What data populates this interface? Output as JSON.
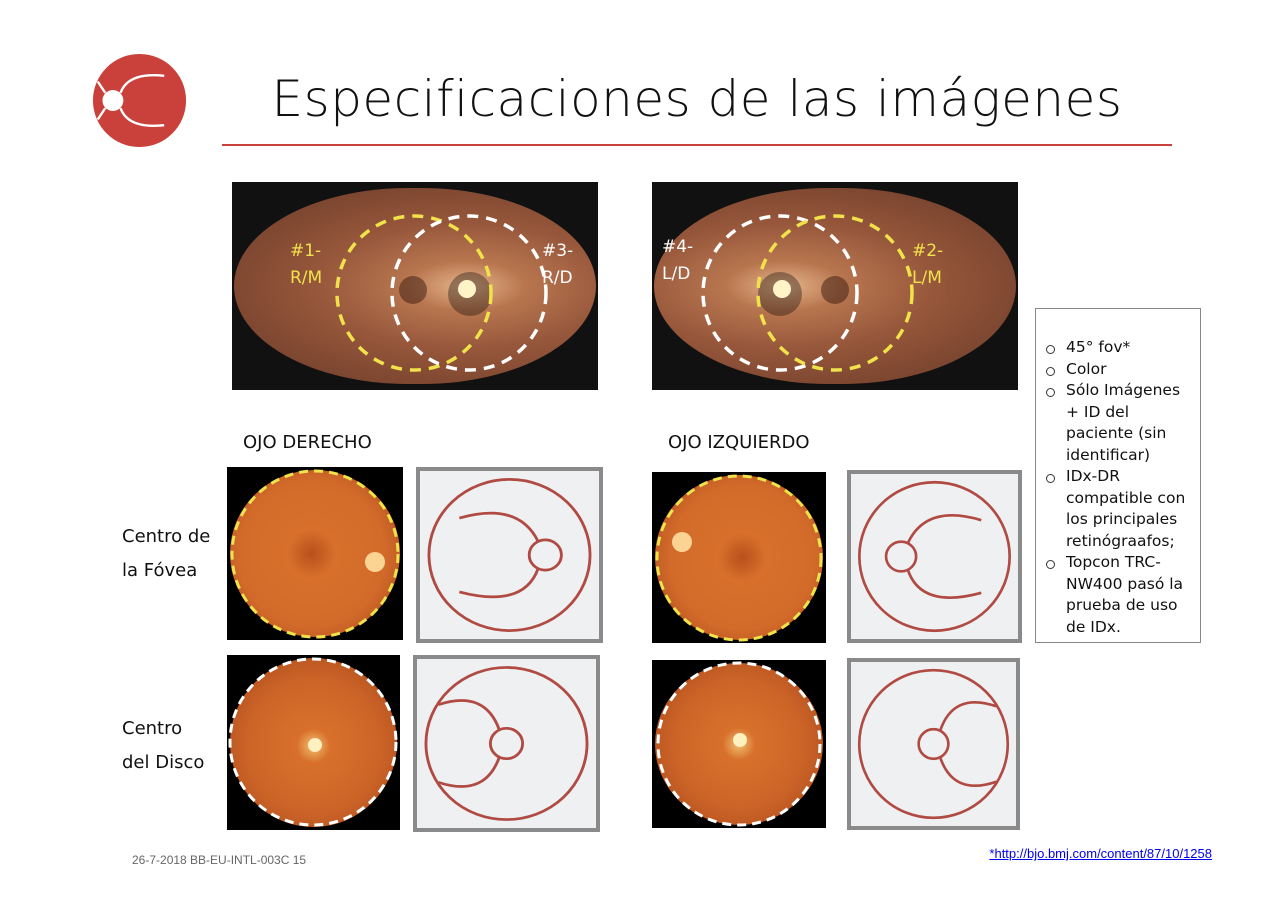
{
  "slide": {
    "title": "Especificaciones de las imágenes",
    "logo": {
      "name": "eye-logo",
      "color": "#c9413a"
    },
    "accent_color": "#c9413a"
  },
  "wide_images": [
    {
      "eye": "right",
      "labels": [
        {
          "text1": "#1-",
          "text2": "R/M",
          "color": "#f0e24a"
        },
        {
          "text1": "#3-",
          "text2": "R/D",
          "color": "#ffffff"
        }
      ]
    },
    {
      "eye": "left",
      "labels": [
        {
          "text1": "#4-",
          "text2": "L/D",
          "color": "#ffffff"
        },
        {
          "text1": "#2-",
          "text2": "L/M",
          "color": "#f0e24a"
        }
      ]
    }
  ],
  "columns": {
    "right_eye": "OJO DERECHO",
    "left_eye": "OJO IZQUIERDO"
  },
  "rows": [
    {
      "line1": "Centro de",
      "line2": "la Fóvea"
    },
    {
      "line1": "Centro",
      "line2": "del Disco"
    }
  ],
  "specs": {
    "items": [
      "45° fov*",
      "Color",
      "Sólo Imágenes + ID del paciente (sin identificar)",
      "IDx-DR compatible con los principales retinógraafos;",
      "Topcon TRC-NW400 pasó la prueba de uso de IDx."
    ]
  },
  "footer": {
    "left": "26-7-2018 BB-EU-INTL-003C 15",
    "link": "*http://bjo.bmj.com/content/87/10/1258"
  }
}
